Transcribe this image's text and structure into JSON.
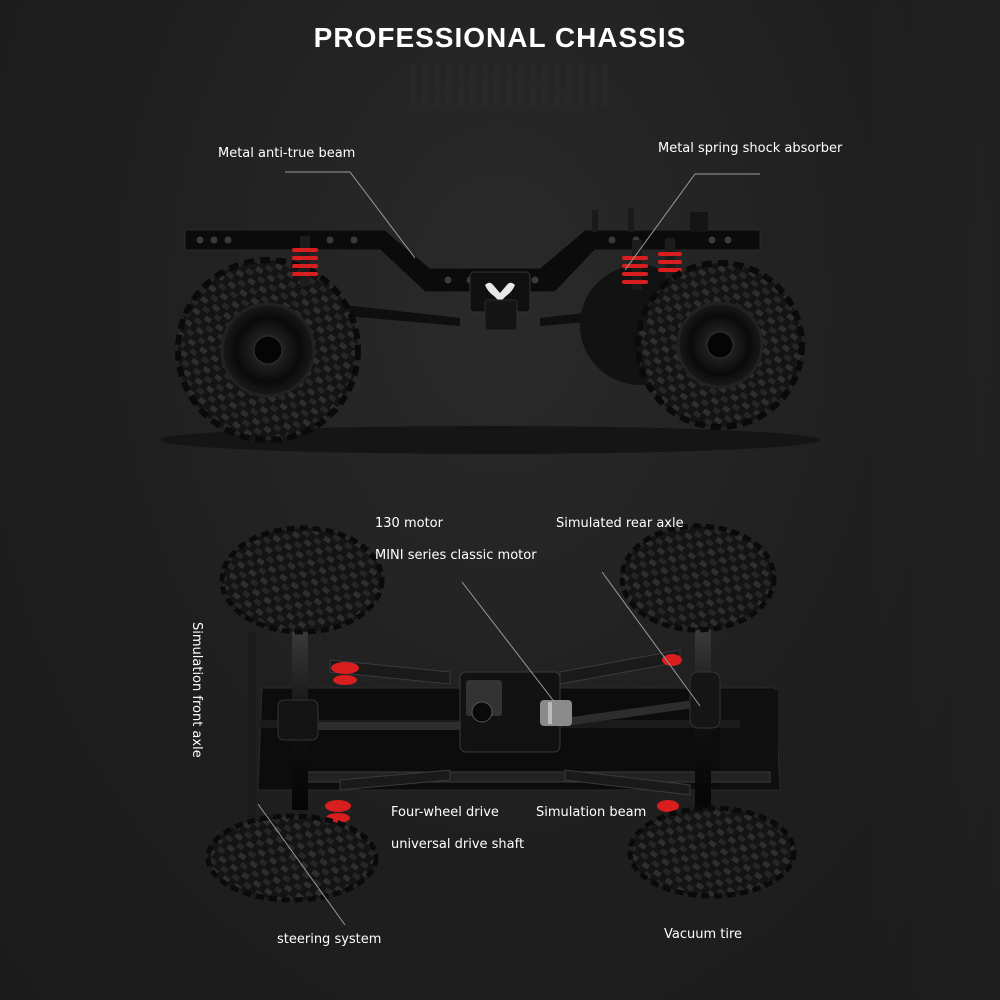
{
  "title": "PROFESSIONAL CHASSIS",
  "labels": {
    "anti_true_beam": "Metal anti-true beam",
    "spring_shock": "Metal spring shock absorber",
    "motor_130": "130 motor",
    "mini_motor": "MINI series classic motor",
    "rear_axle": "Simulated rear axle",
    "front_axle": "Simulation front axle",
    "four_wheel_drive": "Four-wheel drive",
    "drive_shaft": "universal drive shaft",
    "sim_beam": "Simulation beam",
    "steering": "steering system",
    "vacuum_tire": "Vacuum tire"
  },
  "colors": {
    "background": "#202020",
    "spring": "#d81e1e",
    "chassis": "#0d0d0d",
    "text": "#ffffff"
  },
  "icons": {
    "logo": "bull-head-logo"
  }
}
